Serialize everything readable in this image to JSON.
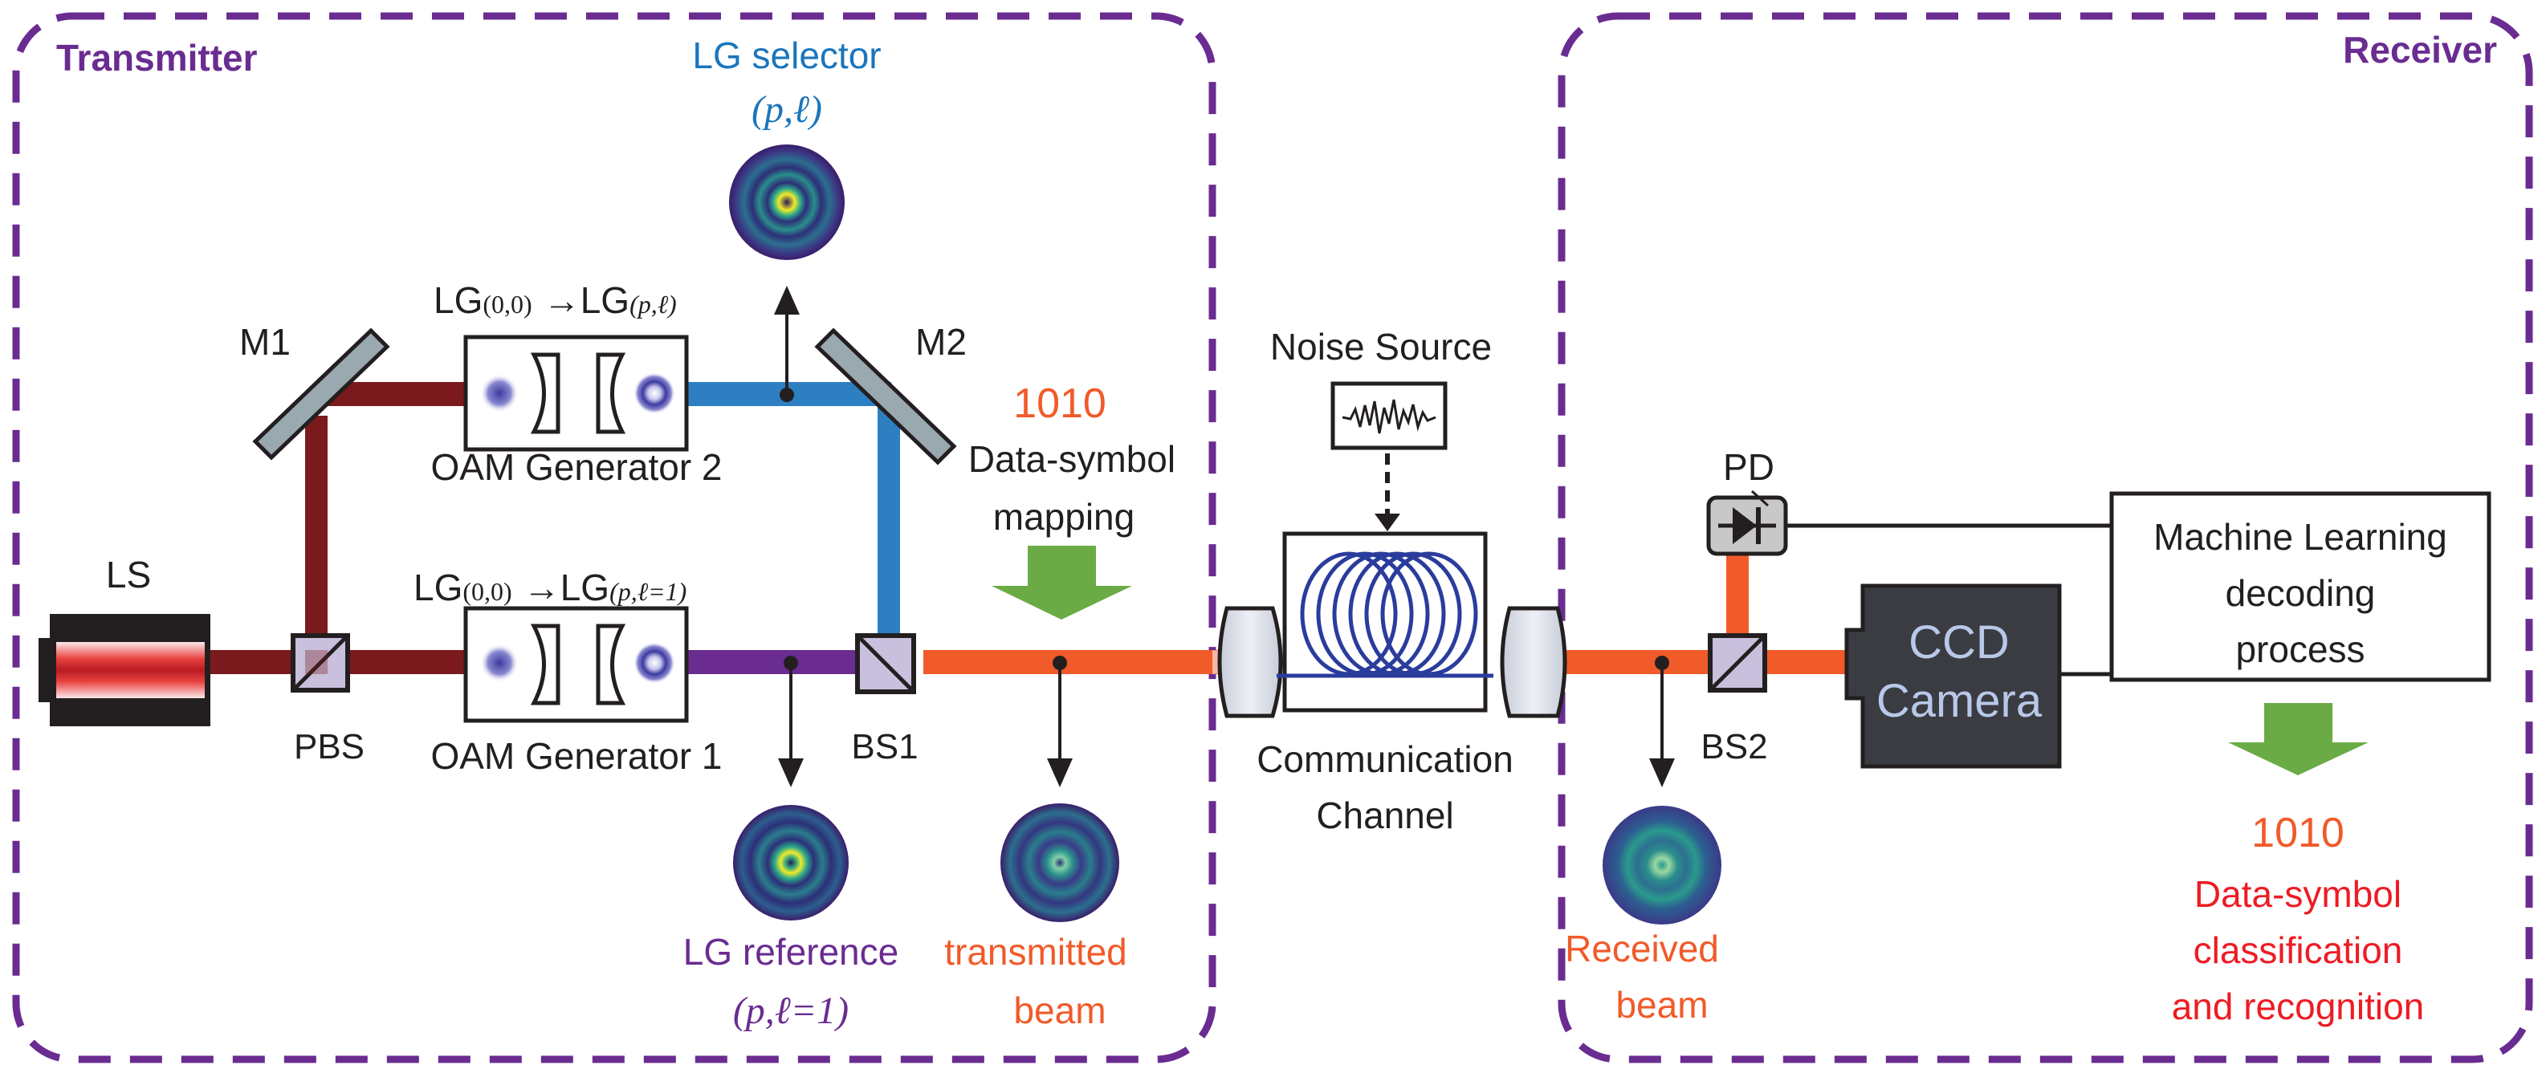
{
  "panels": {
    "transmitter": "Transmitter",
    "receiver": "Receiver"
  },
  "labels": {
    "ls": "LS",
    "m1": "M1",
    "m2": "M2",
    "pbs": "PBS",
    "bs1": "BS1",
    "bs2": "BS2",
    "pd": "PD",
    "oam_gen_2": "OAM Generator 2",
    "oam_gen_1": "OAM Generator 1",
    "oam_gen_2_transform": {
      "lhs": "LG",
      "lhs_sub": "(0,0)",
      "arrow": "→",
      "rhs": "LG",
      "rhs_sub": "(p,ℓ)"
    },
    "oam_gen_1_transform": {
      "lhs": "LG",
      "lhs_sub": "(0,0)",
      "arrow": "→",
      "rhs": "LG",
      "rhs_sub": "(p,ℓ=1)"
    },
    "lg_selector": "LG selector",
    "lg_selector_params": "(p,ℓ)",
    "lg_reference": "LG reference",
    "lg_reference_params": "(p,ℓ=1)",
    "transmitted_beam_1": "transmitted",
    "transmitted_beam_2": "beam",
    "received_beam_1": "Received",
    "received_beam_2": "beam",
    "tx_symbol": "1010",
    "tx_mapping_1": "Data-symbol",
    "tx_mapping_2": "mapping",
    "noise_source": "Noise Source",
    "comm_channel_1": "Communication",
    "comm_channel_2": "Channel",
    "ccd_1": "CCD",
    "ccd_2": "Camera",
    "ml_1": "Machine Learning",
    "ml_2": "decoding",
    "ml_3": "process",
    "rx_symbol": "1010",
    "rx_class_1": "Data-symbol",
    "rx_class_2": "classification",
    "rx_class_3": "and recognition"
  },
  "colors": {
    "panel_border": "#6a2c91",
    "beam_dark_red": "#7b1a1c",
    "beam_blue": "#2e7fc2",
    "beam_purple": "#6a2c91",
    "beam_orange": "#f15a29",
    "arrow_green": "#6aab45",
    "ccd_body": "#3a3c42",
    "ccd_text": "#b8c8e8",
    "mirror_fill": "#9aa8b0",
    "fiber_blue": "#2a3c9c"
  }
}
